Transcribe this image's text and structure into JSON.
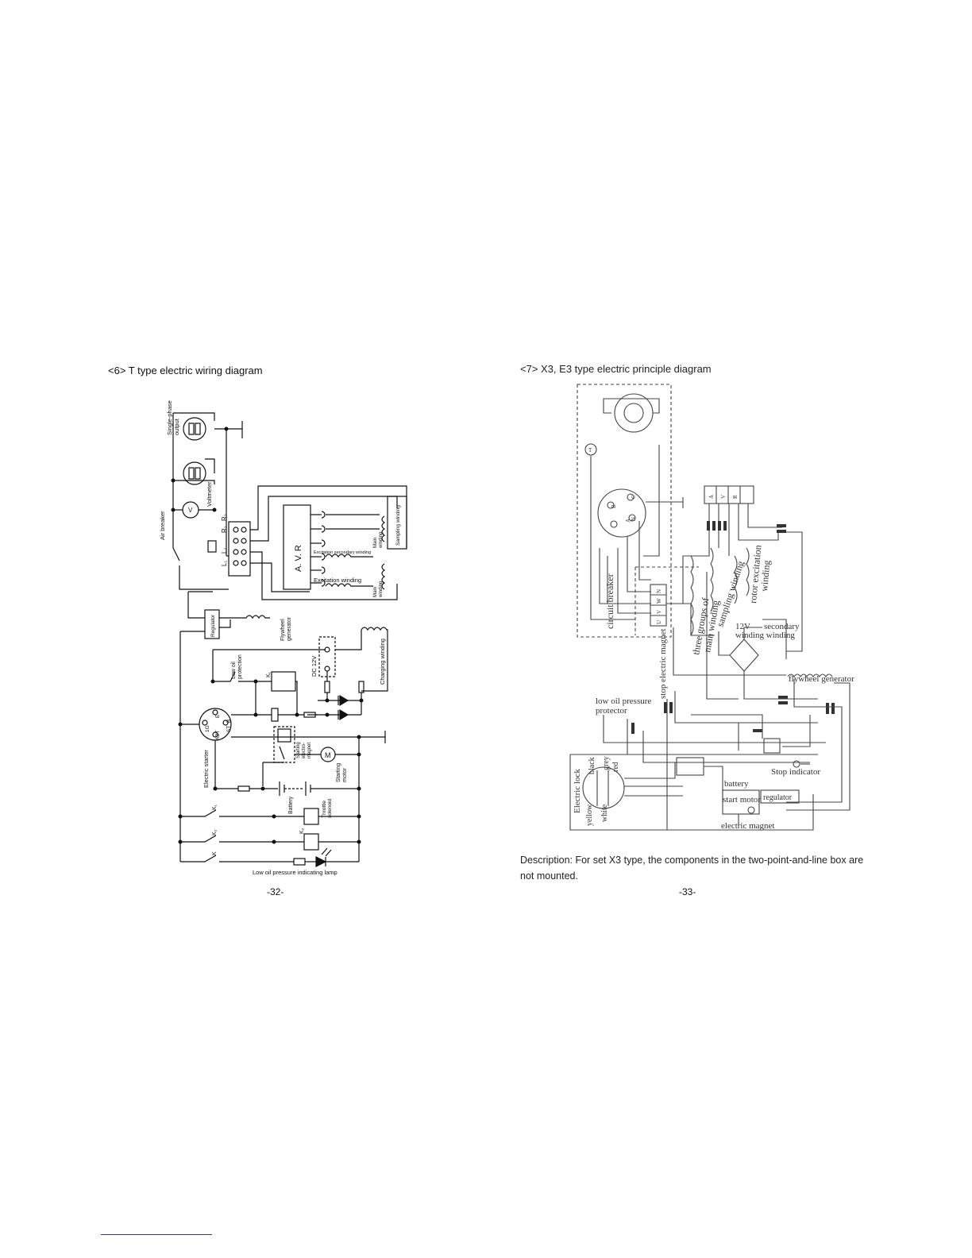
{
  "left": {
    "title": "<6> T type electric wiring diagram",
    "page_number": "-32-",
    "labels": {
      "single_phase_output": "Single-phase",
      "single_phase_output2": "output",
      "voltmeter": "Voltmeter",
      "air_breaker": "Air breaker",
      "v": "V",
      "avr": "A. V. R",
      "r1": "R₁",
      "r2": "R₂",
      "l1": "L₁",
      "l2": "L₂",
      "excitation_secondary_winding": "Excitation secondary winding",
      "excitation_winding": "Excitation winding",
      "main_winding_a": "Main",
      "main_winding_a2": "winding",
      "main_winding_b": "Main",
      "main_winding_b2": "winding",
      "sampling_winding": "Sampling winding",
      "regulator": "Regulator",
      "flywheel_generator": "Flywheel",
      "flywheel_generator2": "generator",
      "low_oil_protection": "Low oil",
      "low_oil_protection2": "protection",
      "k1_top": "K₁",
      "dc_12v": "DC 12V",
      "charging_winding": "Charging winding",
      "electric_starter": "Electric starter",
      "ig": "1G",
      "abt": "ABT",
      "e": "E",
      "st": "ST",
      "b": "B",
      "starting_electromagnet": "Starting",
      "starting_electromagnet2": "electro-",
      "starting_electromagnet3": "magnet",
      "m": "M",
      "starting_motor": "Starting",
      "starting_motor2": "motor",
      "battery": "Battery",
      "throttle_solenoid": "Throttle",
      "throttle_solenoid2": "solenoid",
      "k1_a": "K₁",
      "k2_a": "K₂",
      "k2_b": "K₂",
      "k_c": "K",
      "low_oil_lamp": "Low oil pressure indicating lamp"
    }
  },
  "right": {
    "title": "<7> X3, E3 type electric principle diagram",
    "page_number": "-33-",
    "description": "Description: For set X3 type, the components in the two-point-and-line box are not mounted.",
    "labels": {
      "circuit_breaker": "circuit breaker",
      "avr_a": "A",
      "avr_v": "V",
      "avr_r": "R",
      "uvwn_u": "U",
      "uvwn_v": "V",
      "uvwn_w": "W",
      "uvwn_n": "N",
      "sampling_winding": "sampling winding",
      "rotor_excitation": "rotor excitation",
      "rotor_excitation2": "winding",
      "three_groups": "three groups of",
      "three_groups2": "main winding",
      "twelve_v": "12V",
      "secondary": "secondary",
      "winding_winding": "winding winding",
      "stop_electric_magnet": "stop electric magnet",
      "flywheel_generator": "flywheel generator",
      "low_oil_pressure": "low oil pressure",
      "protector": "protector",
      "electric_lock": "Electric lock",
      "black": "black",
      "grey": "grey",
      "red": "red",
      "yellow": "yellow",
      "white": "white",
      "stop_indicator": "Stop indicator",
      "battery": "battery",
      "start_motor": "start motor",
      "regulator": "regulator",
      "electric_magnet": "electric magnet",
      "socket_a": "A",
      "socket_b": "B",
      "socket_c": "C",
      "socket_n": "N",
      "t_mark": "T"
    }
  }
}
